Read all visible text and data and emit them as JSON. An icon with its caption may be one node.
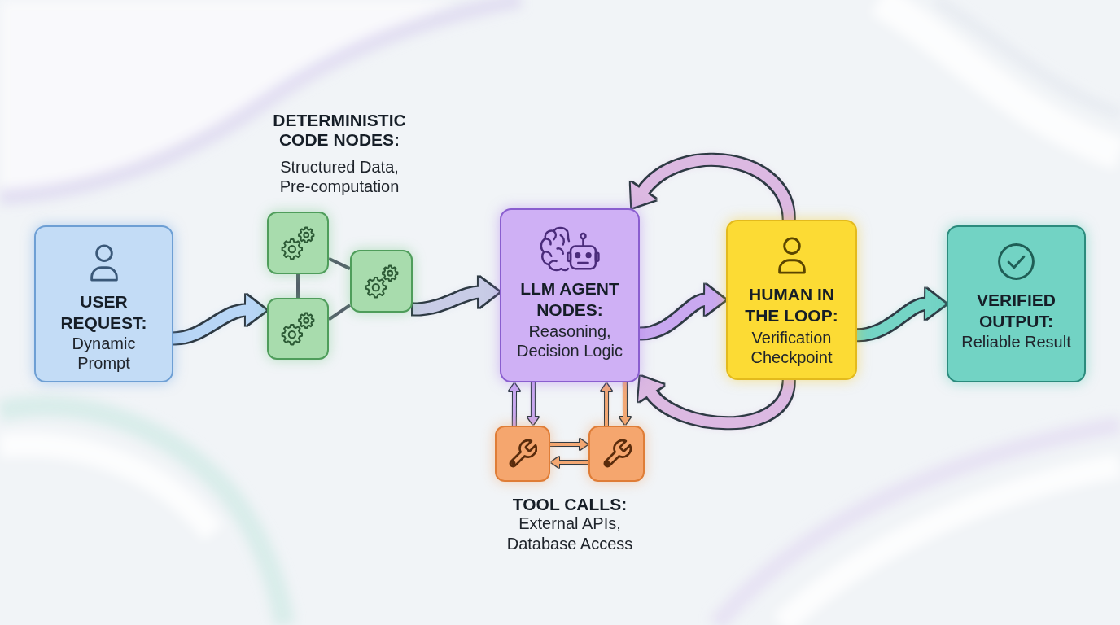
{
  "diagram": {
    "nodes": [
      {
        "text": [
          "USER REQUEST:",
          "Dynamic Prompt"
        ]
      },
      {
        "text": [],
        "shape": "box"
      },
      {
        "text": [],
        "shape": "box"
      },
      {
        "text": [],
        "shape": "box"
      },
      {
        "text": [
          "LLM AGENT NODES:",
          "Reasoning, Decision Logic"
        ]
      },
      {
        "text": [],
        "shape": "box"
      },
      {
        "text": [],
        "shape": "box"
      },
      {
        "text": [
          "HUMAN IN THE LOOP:",
          "Verification Checkpoint"
        ]
      },
      {
        "text": [
          "VERIFIED OUTPUT:",
          "Reliable Result"
        ]
      }
    ],
    "edges": [
      {
        "from": 0,
        "to": 3,
        "arrow": "to",
        "style": "thick",
        "color": "#b8d6f6"
      },
      {
        "from": 1,
        "to": 2,
        "arrow": "none",
        "color": "#56606b"
      },
      {
        "from": 1,
        "to": 3,
        "arrow": "none",
        "color": "#56606b"
      },
      {
        "from": 3,
        "to": 2,
        "arrow": "none",
        "color": "#56606b"
      },
      {
        "from": 2,
        "to": 4,
        "arrow": "to",
        "style": "thick",
        "color": "#c8cce6"
      },
      {
        "from": 5,
        "to": 4,
        "arrow": "to",
        "color": "#c9a8f0"
      },
      {
        "from": 4,
        "to": 5,
        "arrow": "to",
        "color": "#c9a8f0"
      },
      {
        "from": 6,
        "to": 4,
        "arrow": "to",
        "color": "#f3a874"
      },
      {
        "from": 4,
        "to": 6,
        "arrow": "to",
        "color": "#f3a874"
      },
      {
        "from": 5,
        "to": 6,
        "arrow": "to",
        "color": "#f3a874"
      },
      {
        "from": 6,
        "to": 5,
        "arrow": "to",
        "color": "#f3a874"
      },
      {
        "from": 4,
        "to": 7,
        "arrow": "to",
        "style": "thick",
        "color": "#c9a8f0"
      },
      {
        "from": 7,
        "to": 4,
        "arrow": "to",
        "style": "thick",
        "color": "#dcb9e2"
      },
      {
        "from": 7,
        "to": 4,
        "arrow": "to",
        "style": "thick",
        "color": "#dcb9e2"
      },
      {
        "from": 7,
        "to": 8,
        "arrow": "to",
        "style": "thick",
        "color": "#74d4c5"
      }
    ],
    "labels": [
      "DETERMINISTIC CODE NODES:",
      "Structured Data, Pre-computation",
      "TOOL CALLS:",
      "External APIs, Database Access"
    ]
  }
}
